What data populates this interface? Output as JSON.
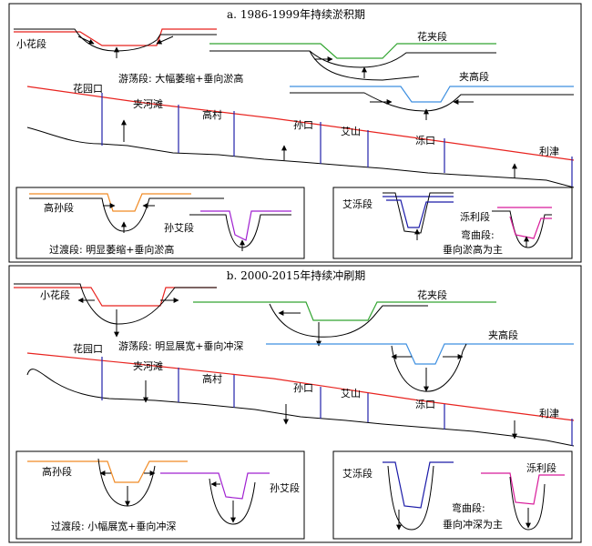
{
  "panel_a": {
    "title": "a. 1986-1999年持续淤积期",
    "stations": [
      "花园口",
      "夹河滩",
      "高村",
      "孙口",
      "艾山",
      "泺口",
      "利津"
    ],
    "sections": {
      "xiaohua": "小花段",
      "huajia": "花夹段",
      "jiagao": "夹高段",
      "gaosun": "高孙段",
      "sunai": "孙艾段",
      "ailuo": "艾泺段",
      "luoli": "泺利段"
    },
    "notes": {
      "wandering": "游荡段: 大幅萎缩+垂向淤高",
      "transition": "过渡段: 明显萎缩+垂向淤高",
      "meander_1": "弯曲段:",
      "meander_2": "垂向淤高为主"
    }
  },
  "panel_b": {
    "title": "b. 2000-2015年持续冲刷期",
    "stations": [
      "花园口",
      "夹河滩",
      "高村",
      "孙口",
      "艾山",
      "泺口",
      "利津"
    ],
    "sections": {
      "xiaohua": "小花段",
      "huajia": "花夹段",
      "jiagao": "夹高段",
      "gaosun": "高孙段",
      "sunai": "孙艾段",
      "ailuo": "艾泺段",
      "luoli": "泺利段"
    },
    "notes": {
      "wandering": "游荡段: 明显展宽+垂向冲深",
      "transition": "过渡段: 小幅展宽+垂向冲深",
      "meander_1": "弯曲段:",
      "meander_2": "垂向冲深为主"
    }
  },
  "colors": {
    "red": "#e8231f",
    "green": "#33a532",
    "blue": "#3d8fe0",
    "orange": "#f08a24",
    "purple": "#a020d0",
    "navy": "#1a1aa8",
    "magenta": "#d81b9a",
    "station_line": "#2222aa"
  }
}
